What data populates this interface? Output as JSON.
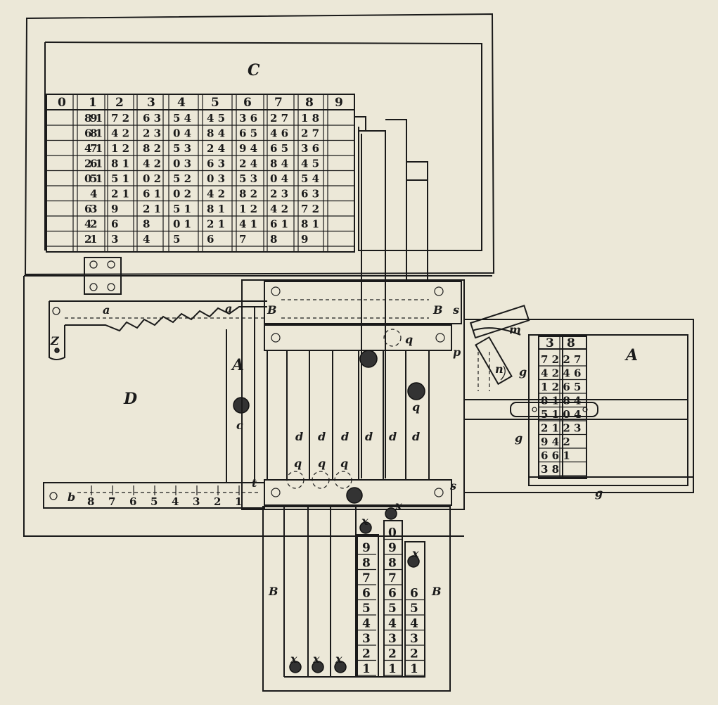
{
  "labels": {
    "C": "C",
    "D": "D",
    "A_left": "A",
    "A_right": "A",
    "a1": "a",
    "a2": "a",
    "b": "b",
    "c": "c",
    "Z": "Z",
    "B_tl": "B",
    "B_tr": "B",
    "B_bl": "B",
    "B_br": "B",
    "s_top": "s",
    "s_bot": "s",
    "t": "t",
    "p": "p",
    "m": "m",
    "n": "n",
    "q": "q",
    "g1": "g",
    "g2": "g",
    "g3": "g",
    "d": "d",
    "x": "x"
  },
  "table_C": {
    "headers": [
      "0",
      "1",
      "2",
      "3",
      "4",
      "5",
      "6",
      "7",
      "8",
      "9"
    ],
    "col1": [
      "9",
      "8",
      "7",
      "6",
      "5",
      "4",
      "3",
      "2",
      "1"
    ],
    "col2": [
      "8 1",
      "6 1",
      "4 1",
      "2 1",
      "0 1",
      "",
      "6",
      "4",
      "2"
    ],
    "col3": [
      "7 2",
      "4 2",
      "1 2",
      "8 1",
      "5 1",
      "2 1",
      "9",
      "6",
      "3"
    ],
    "col4": [
      "6 3",
      "2 3",
      "8 2",
      "4 2",
      "0 2",
      "6 1",
      "2 1",
      "8",
      "4"
    ],
    "col5": [
      "5 4",
      "0 4",
      "5 3",
      "0 3",
      "5 2",
      "0 2",
      "5 1",
      "0 1",
      "5"
    ],
    "col6": [
      "4 5",
      "8 4",
      "2 4",
      "6 3",
      "0 3",
      "4 2",
      "8 1",
      "2 1",
      "6"
    ],
    "col7": [
      "3 6",
      "6 5",
      "9 4",
      "2 4",
      "5 3",
      "8 2",
      "1 2",
      "4 1",
      "7"
    ],
    "col8": [
      "2 7",
      "4 6",
      "6 5",
      "8 4",
      "0 4",
      "2 3",
      "4 2",
      "6 1",
      "8"
    ],
    "col9": [
      "1 8",
      "2 7",
      "3 6",
      "4 5",
      "5 4",
      "6 3",
      "7 2",
      "8 1",
      "9"
    ]
  },
  "table_A": {
    "header": [
      "3",
      "8"
    ],
    "rows": [
      "7 2 2 7",
      "4 2 4 6",
      "1 2 6 5",
      "8 1 8 4",
      "5 1 0 4",
      "2 1 2 3",
      "9 4 2",
      "6 6 1",
      "3 8"
    ]
  },
  "scale_b": [
    "8",
    "7",
    "6",
    "5",
    "4",
    "3",
    "2",
    "1"
  ],
  "counter_columns": {
    "col_a": [
      "0",
      "9",
      "8",
      "7",
      "6",
      "5",
      "4",
      "3",
      "2",
      "1"
    ],
    "col_b": [
      "9",
      "8",
      "7",
      "6",
      "5",
      "4",
      "3",
      "2",
      "1"
    ],
    "col_c": [
      "6",
      "5",
      "4",
      "3",
      "2",
      "1"
    ]
  }
}
